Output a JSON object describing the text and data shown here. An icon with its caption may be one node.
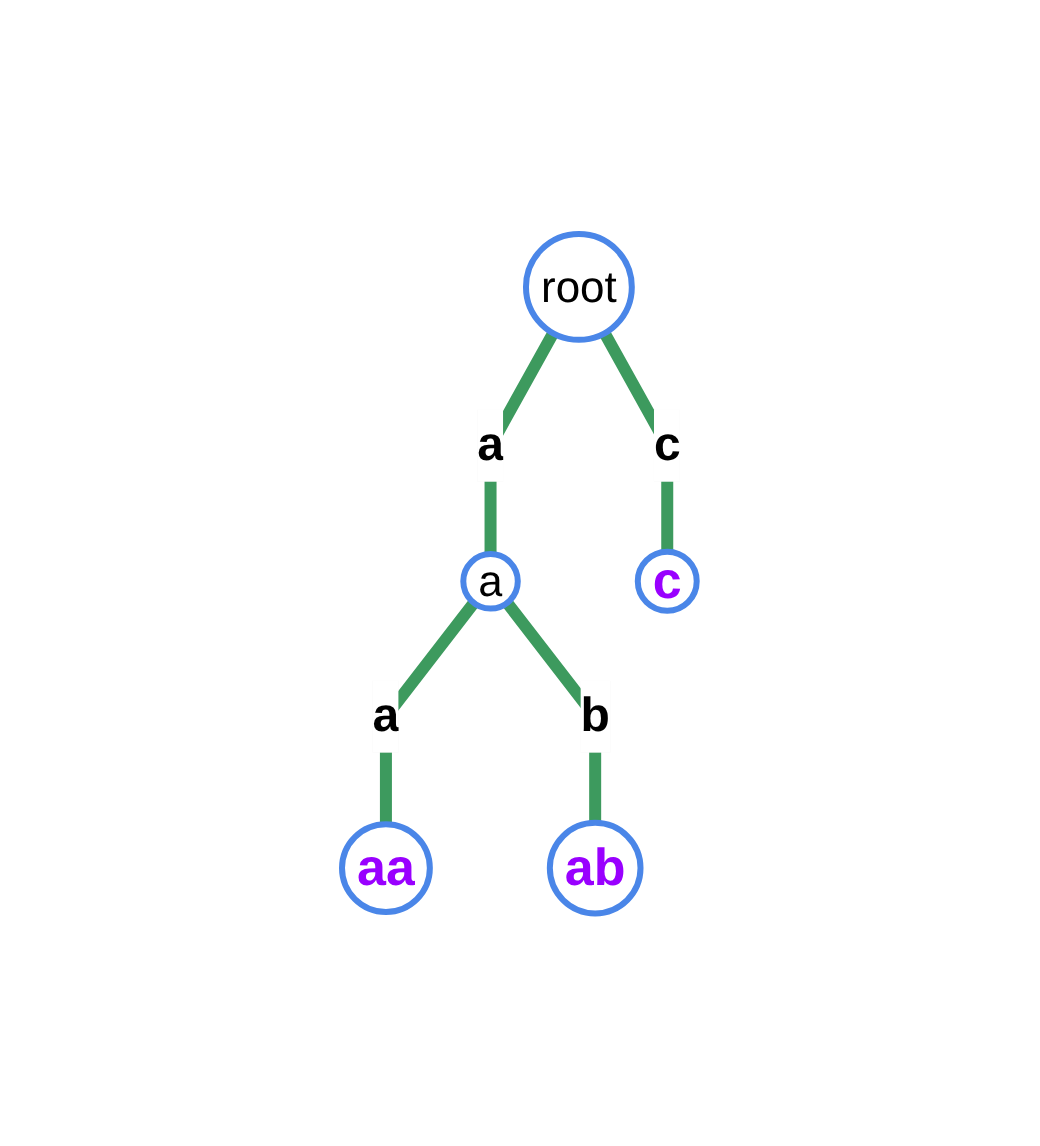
{
  "diagram": {
    "nodes": [
      {
        "text": [
          "root"
        ]
      },
      {
        "text": [
          "a"
        ]
      },
      {
        "text": [
          "c"
        ]
      },
      {
        "text": [
          "aa"
        ]
      },
      {
        "text": [
          "ab"
        ]
      }
    ],
    "edges": [
      {
        "from": 0,
        "to": 1,
        "arrow": "none",
        "label": "a"
      },
      {
        "from": 0,
        "to": 2,
        "arrow": "none",
        "label": "c"
      },
      {
        "from": 1,
        "to": 3,
        "arrow": "none",
        "label": "a"
      },
      {
        "from": 1,
        "to": 4,
        "arrow": "none",
        "label": "b"
      }
    ]
  }
}
